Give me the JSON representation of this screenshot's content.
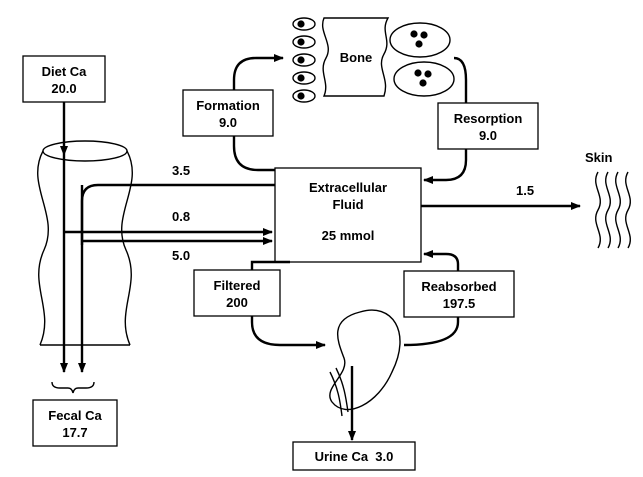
{
  "diet": {
    "label": "Diet Ca",
    "value": "20.0"
  },
  "fecal": {
    "label": "Fecal Ca",
    "value": "17.7"
  },
  "formation": {
    "label": "Formation",
    "value": "9.0"
  },
  "resorption": {
    "label": "Resorption",
    "value": "9.0"
  },
  "bone": {
    "label": "Bone"
  },
  "ecf": {
    "line1": "Extracellular",
    "line2": "Fluid",
    "amount": "25 mmol"
  },
  "skin": {
    "label": "Skin",
    "value": "1.5"
  },
  "gut_flows": {
    "secretion": "3.5",
    "absorption_small": "0.8",
    "absorption": "5.0"
  },
  "filtered": {
    "label": "Filtered",
    "value": "200"
  },
  "reabsorbed": {
    "label": "Reabsorbed",
    "value": "197.5"
  },
  "urine": {
    "label": "Urine Ca  3.0"
  }
}
